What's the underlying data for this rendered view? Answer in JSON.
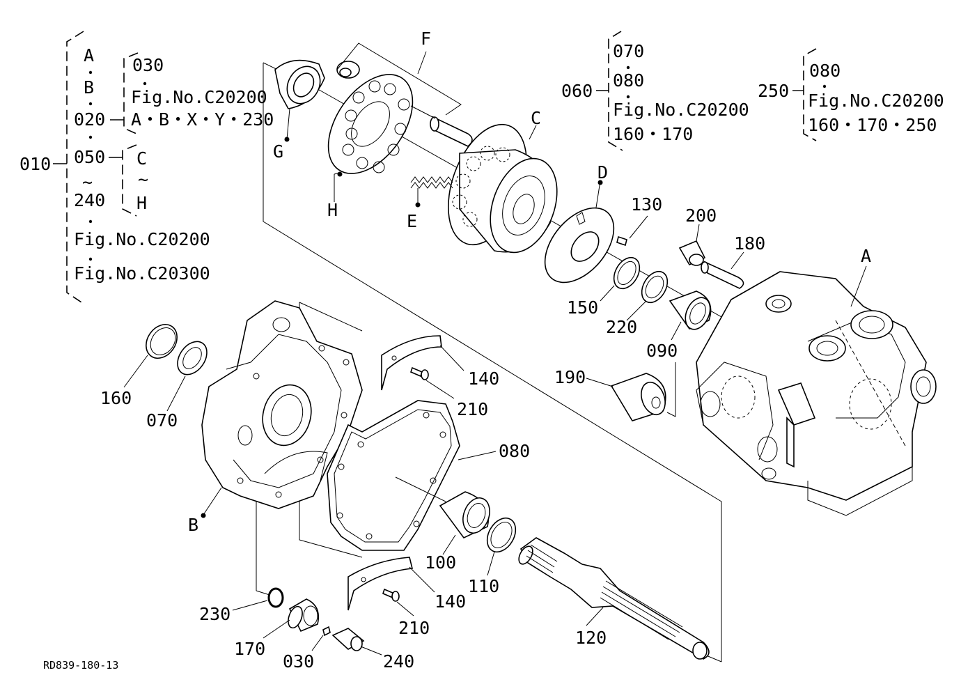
{
  "drawing_code": "RD839-180-13",
  "groups": {
    "g010": {
      "code": "010",
      "items": [
        "A",
        "B",
        "020",
        "050",
        "~",
        "240",
        "Fig.No.C20200",
        "Fig.No.C20300"
      ]
    },
    "g020": {
      "items": [
        "030",
        "Fig.No.C20200",
        "A・B・X・Y・230"
      ]
    },
    "g050": {
      "items": [
        "C",
        "~",
        "H"
      ]
    },
    "g060": {
      "code": "060",
      "items": [
        "070",
        "080",
        "Fig.No.C20200",
        "160・170"
      ]
    },
    "g250": {
      "code": "250",
      "items": [
        "080",
        "Fig.No.C20200",
        "160・170・250"
      ]
    }
  },
  "callouts": {
    "F": "F",
    "C": "C",
    "D": "D",
    "G": "G",
    "H": "H",
    "E": "E",
    "A": "A",
    "B": "B",
    "n130": "130",
    "n200": "200",
    "n180": "180",
    "n150": "150",
    "n220": "220",
    "n090": "090",
    "n160": "160",
    "n070": "070",
    "n140a": "140",
    "n210a": "210",
    "n190": "190",
    "n080": "080",
    "n100": "100",
    "n110": "110",
    "n140b": "140",
    "n210b": "210",
    "n230": "230",
    "n170": "170",
    "n030": "030",
    "n240": "240",
    "n120": "120"
  }
}
